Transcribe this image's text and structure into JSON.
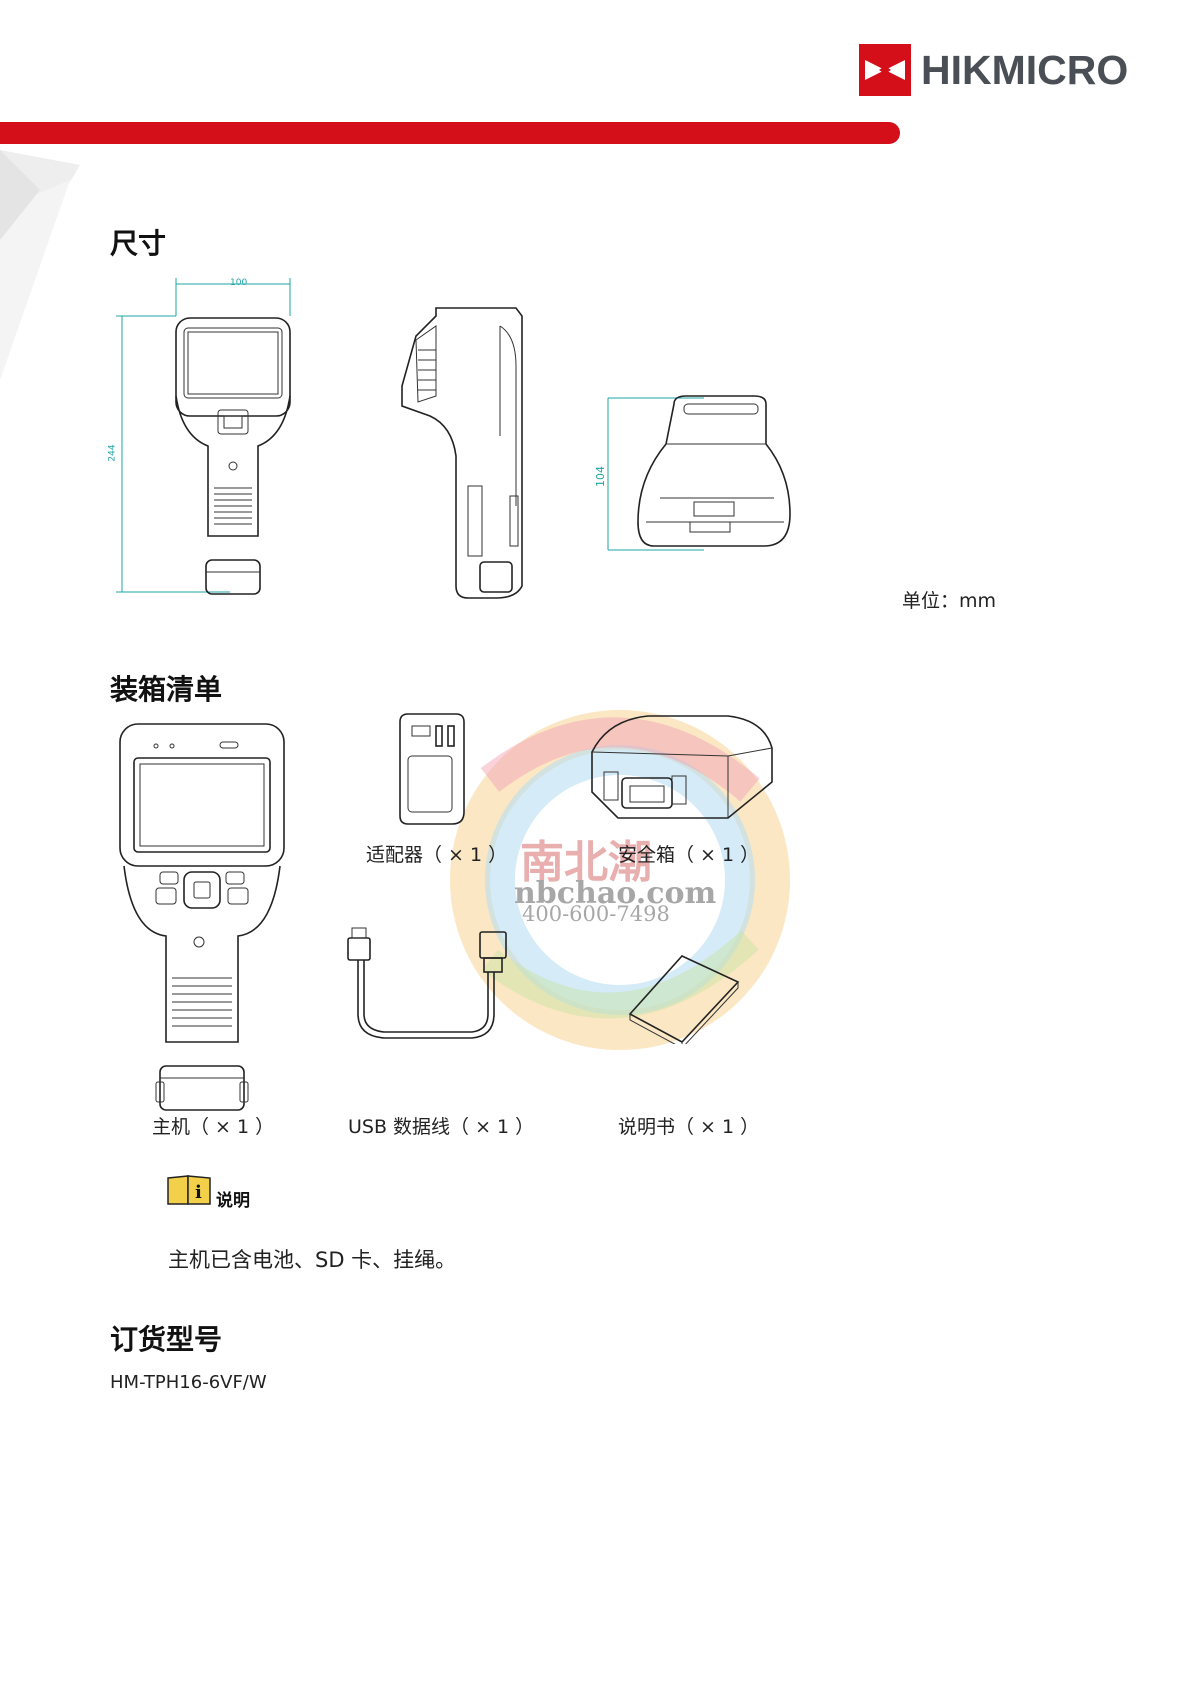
{
  "header": {
    "brand": "HIKMICRO",
    "brand_color": "#d40f1a"
  },
  "dimensions": {
    "title": "尺寸",
    "width_value": "100",
    "height_value": "244",
    "depth_value": "104",
    "unit_text": "单位：mm"
  },
  "packing": {
    "title": "装箱清单",
    "items": [
      {
        "label": "主机（ × 1 ）"
      },
      {
        "label": "适配器（ × 1 ）"
      },
      {
        "label": "安全箱（ × 1 ）"
      },
      {
        "label": "USB 数据线（ × 1 ）"
      },
      {
        "label": "说明书（ × 1 ）"
      }
    ],
    "note_label": "说明",
    "note_text": "主机已含电池、SD 卡、挂绳。",
    "icon": "info-book-icon"
  },
  "order": {
    "title": "订货型号",
    "model": "HM-TPH16-6VF/W"
  },
  "watermark": {
    "chinese": "南北潮",
    "domain": "nbchao.com",
    "phone": "400-600-7498"
  }
}
